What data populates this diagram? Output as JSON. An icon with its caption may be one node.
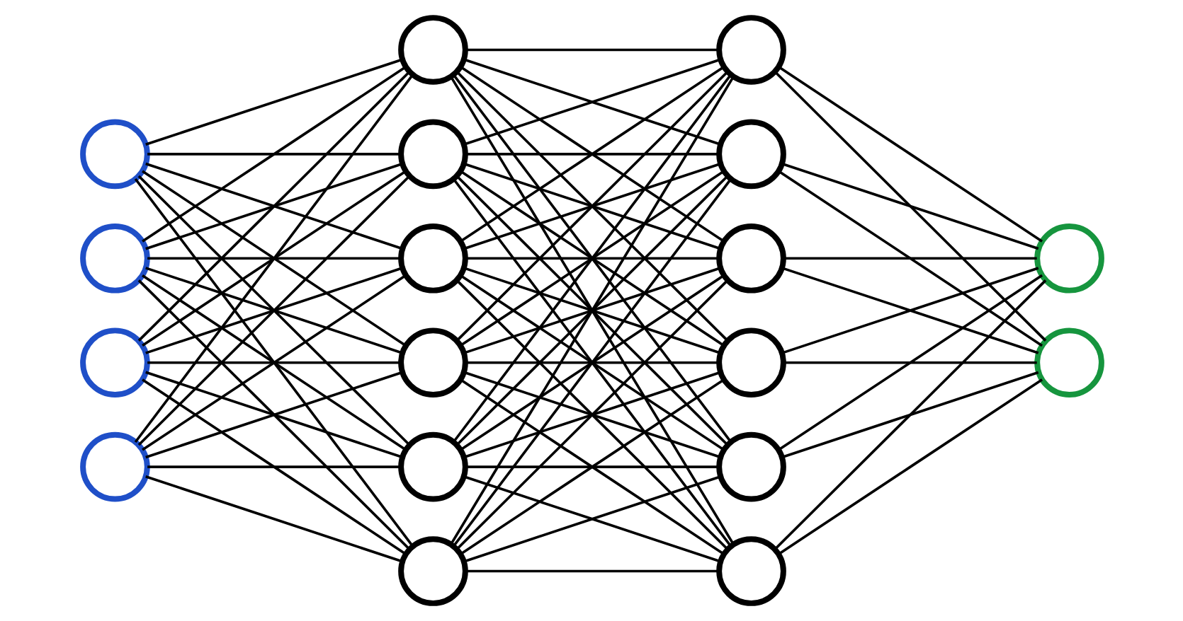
{
  "diagram": {
    "nodes": [
      {
        "text": [],
        "shape": "circle"
      },
      {
        "text": [],
        "shape": "circle"
      },
      {
        "text": [],
        "shape": "circle"
      },
      {
        "text": [],
        "shape": "circle"
      },
      {
        "text": [],
        "shape": "circle"
      },
      {
        "text": [],
        "shape": "circle"
      },
      {
        "text": [],
        "shape": "circle"
      },
      {
        "text": [],
        "shape": "circle"
      },
      {
        "text": [],
        "shape": "circle"
      },
      {
        "text": [],
        "shape": "circle"
      },
      {
        "text": [],
        "shape": "circle"
      },
      {
        "text": [],
        "shape": "circle"
      },
      {
        "text": [],
        "shape": "circle"
      },
      {
        "text": [],
        "shape": "circle"
      },
      {
        "text": [],
        "shape": "circle"
      },
      {
        "text": [],
        "shape": "circle"
      },
      {
        "text": [],
        "shape": "circle"
      },
      {
        "text": [],
        "shape": "circle"
      }
    ],
    "edges": [
      {
        "from": 0,
        "to": 4,
        "arrow": "none"
      },
      {
        "from": 0,
        "to": 5,
        "arrow": "none"
      },
      {
        "from": 0,
        "to": 6,
        "arrow": "none"
      },
      {
        "from": 0,
        "to": 7,
        "arrow": "none"
      },
      {
        "from": 0,
        "to": 8,
        "arrow": "none"
      },
      {
        "from": 0,
        "to": 9,
        "arrow": "none"
      },
      {
        "from": 1,
        "to": 4,
        "arrow": "none"
      },
      {
        "from": 1,
        "to": 5,
        "arrow": "none"
      },
      {
        "from": 1,
        "to": 6,
        "arrow": "none"
      },
      {
        "from": 1,
        "to": 7,
        "arrow": "none"
      },
      {
        "from": 1,
        "to": 8,
        "arrow": "none"
      },
      {
        "from": 1,
        "to": 9,
        "arrow": "none"
      },
      {
        "from": 2,
        "to": 4,
        "arrow": "none"
      },
      {
        "from": 2,
        "to": 5,
        "arrow": "none"
      },
      {
        "from": 2,
        "to": 6,
        "arrow": "none"
      },
      {
        "from": 2,
        "to": 7,
        "arrow": "none"
      },
      {
        "from": 2,
        "to": 8,
        "arrow": "none"
      },
      {
        "from": 2,
        "to": 9,
        "arrow": "none"
      },
      {
        "from": 3,
        "to": 4,
        "arrow": "none"
      },
      {
        "from": 3,
        "to": 5,
        "arrow": "none"
      },
      {
        "from": 3,
        "to": 6,
        "arrow": "none"
      },
      {
        "from": 3,
        "to": 7,
        "arrow": "none"
      },
      {
        "from": 3,
        "to": 8,
        "arrow": "none"
      },
      {
        "from": 3,
        "to": 9,
        "arrow": "none"
      },
      {
        "from": 4,
        "to": 10,
        "arrow": "none"
      },
      {
        "from": 4,
        "to": 11,
        "arrow": "none"
      },
      {
        "from": 4,
        "to": 12,
        "arrow": "none"
      },
      {
        "from": 4,
        "to": 13,
        "arrow": "none"
      },
      {
        "from": 4,
        "to": 14,
        "arrow": "none"
      },
      {
        "from": 4,
        "to": 15,
        "arrow": "none"
      },
      {
        "from": 5,
        "to": 10,
        "arrow": "none"
      },
      {
        "from": 5,
        "to": 11,
        "arrow": "none"
      },
      {
        "from": 5,
        "to": 12,
        "arrow": "none"
      },
      {
        "from": 5,
        "to": 13,
        "arrow": "none"
      },
      {
        "from": 5,
        "to": 14,
        "arrow": "none"
      },
      {
        "from": 5,
        "to": 15,
        "arrow": "none"
      },
      {
        "from": 6,
        "to": 10,
        "arrow": "none"
      },
      {
        "from": 6,
        "to": 11,
        "arrow": "none"
      },
      {
        "from": 6,
        "to": 12,
        "arrow": "none"
      },
      {
        "from": 6,
        "to": 13,
        "arrow": "none"
      },
      {
        "from": 6,
        "to": 14,
        "arrow": "none"
      },
      {
        "from": 6,
        "to": 15,
        "arrow": "none"
      },
      {
        "from": 7,
        "to": 10,
        "arrow": "none"
      },
      {
        "from": 7,
        "to": 11,
        "arrow": "none"
      },
      {
        "from": 7,
        "to": 12,
        "arrow": "none"
      },
      {
        "from": 7,
        "to": 13,
        "arrow": "none"
      },
      {
        "from": 7,
        "to": 14,
        "arrow": "none"
      },
      {
        "from": 7,
        "to": 15,
        "arrow": "none"
      },
      {
        "from": 8,
        "to": 10,
        "arrow": "none"
      },
      {
        "from": 8,
        "to": 11,
        "arrow": "none"
      },
      {
        "from": 8,
        "to": 12,
        "arrow": "none"
      },
      {
        "from": 8,
        "to": 13,
        "arrow": "none"
      },
      {
        "from": 8,
        "to": 14,
        "arrow": "none"
      },
      {
        "from": 8,
        "to": 15,
        "arrow": "none"
      },
      {
        "from": 9,
        "to": 10,
        "arrow": "none"
      },
      {
        "from": 9,
        "to": 11,
        "arrow": "none"
      },
      {
        "from": 9,
        "to": 12,
        "arrow": "none"
      },
      {
        "from": 9,
        "to": 13,
        "arrow": "none"
      },
      {
        "from": 9,
        "to": 14,
        "arrow": "none"
      },
      {
        "from": 9,
        "to": 15,
        "arrow": "none"
      },
      {
        "from": 10,
        "to": 16,
        "arrow": "none"
      },
      {
        "from": 10,
        "to": 17,
        "arrow": "none"
      },
      {
        "from": 11,
        "to": 16,
        "arrow": "none"
      },
      {
        "from": 11,
        "to": 17,
        "arrow": "none"
      },
      {
        "from": 12,
        "to": 16,
        "arrow": "none"
      },
      {
        "from": 12,
        "to": 17,
        "arrow": "none"
      },
      {
        "from": 13,
        "to": 16,
        "arrow": "none"
      },
      {
        "from": 13,
        "to": 17,
        "arrow": "none"
      },
      {
        "from": 14,
        "to": 16,
        "arrow": "none"
      },
      {
        "from": 14,
        "to": 17,
        "arrow": "none"
      },
      {
        "from": 15,
        "to": 16,
        "arrow": "none"
      },
      {
        "from": 15,
        "to": 17,
        "arrow": "none"
      }
    ]
  }
}
